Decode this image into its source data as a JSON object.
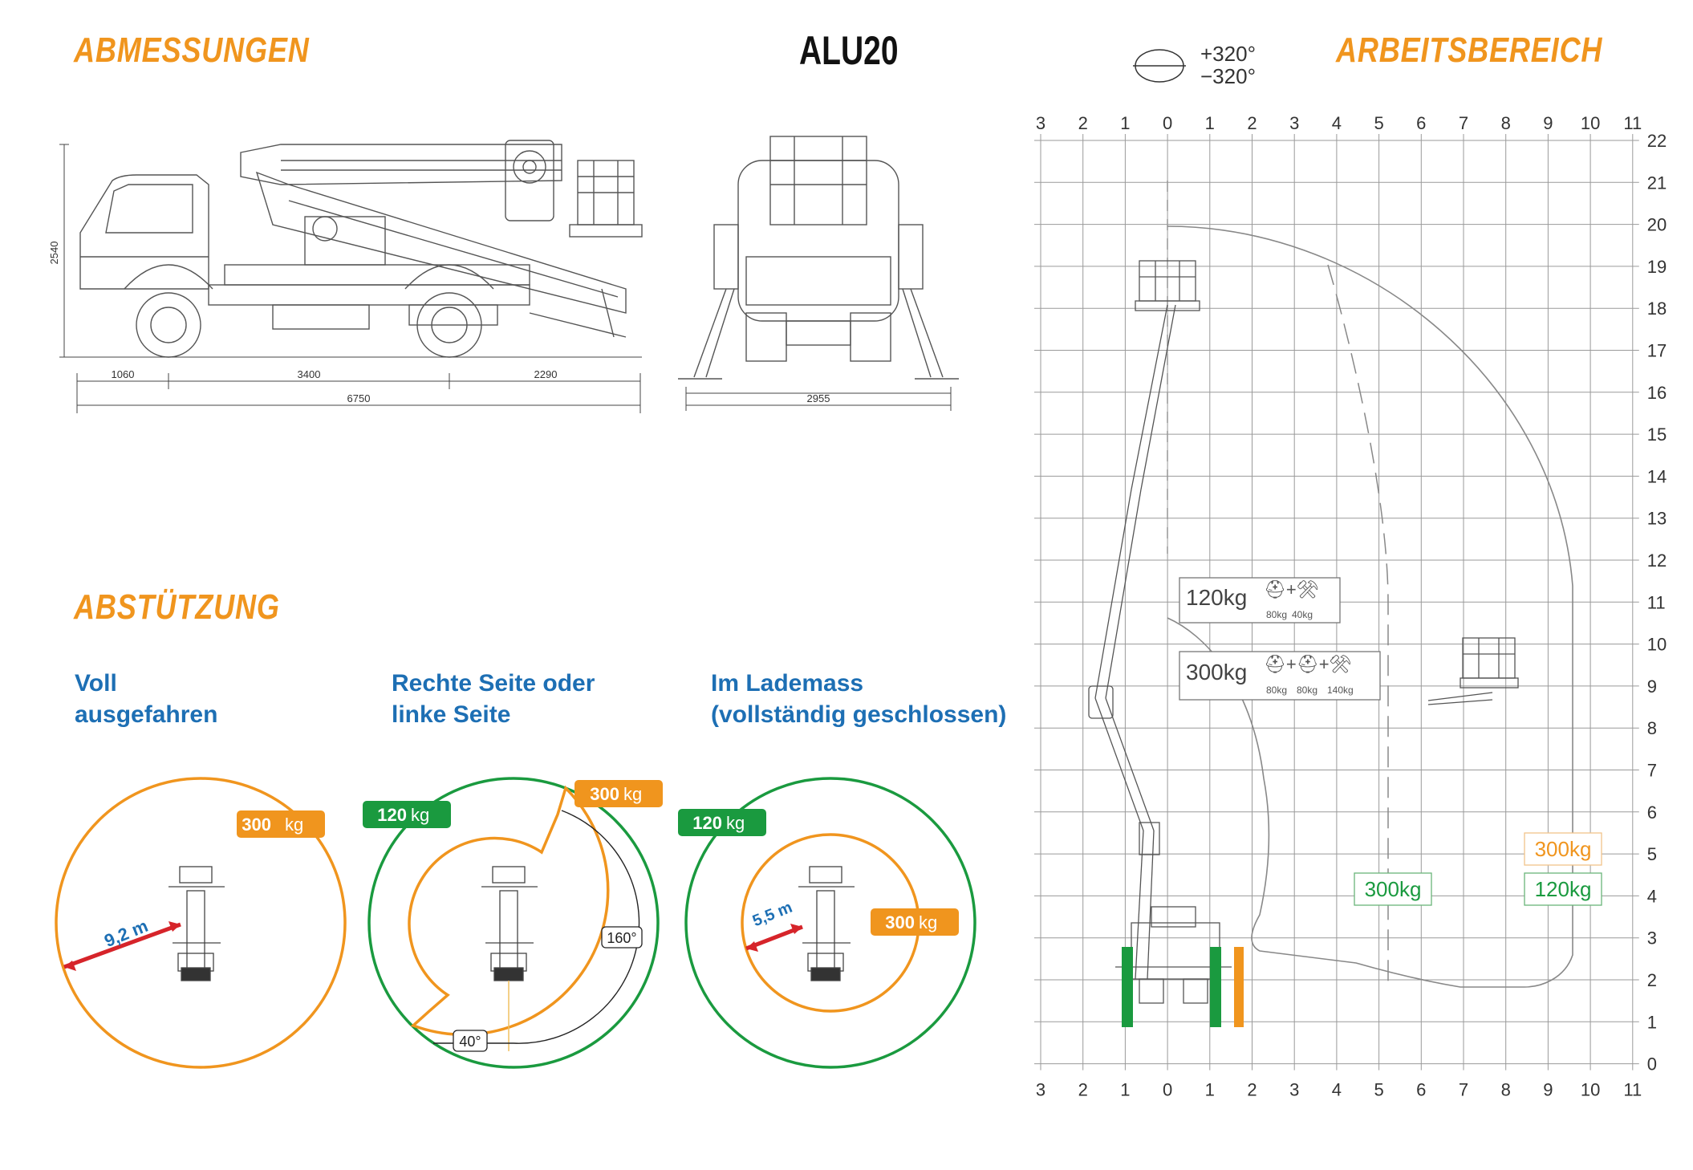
{
  "header": {
    "dimensions_title": "ABMESSUNGEN",
    "model": "ALU20",
    "working_area_title": "ARBEITSBEREICH",
    "rotation_plus": "+320°",
    "rotation_minus": "−320°"
  },
  "dimensions": {
    "height": "2540",
    "front_overhang": "1060",
    "wheelbase": "3400",
    "rear_overhang": "2290",
    "total_length": "6750",
    "support_width": "2955"
  },
  "outriggers": {
    "title": "ABSTÜTZUNG",
    "modes": [
      {
        "line1": "Voll",
        "line2": "ausgefahren"
      },
      {
        "line1": "Rechte Seite oder",
        "line2": "linke Seite"
      },
      {
        "line1": "Im Lademass",
        "line2": "(vollständig geschlossen)"
      }
    ],
    "full_load": {
      "value": "300",
      "unit": "kg",
      "reach": "9,2 m"
    },
    "side": {
      "load_small": "120",
      "load_large": "300",
      "unit": "kg",
      "angle_large": "160°",
      "angle_small": "40°"
    },
    "closed": {
      "load_small": "120",
      "load_large": "300",
      "unit": "kg",
      "reach": "5,5 m"
    }
  },
  "working_area": {
    "x_ticks": [
      "3",
      "2",
      "1",
      "0",
      "1",
      "2",
      "3",
      "4",
      "5",
      "6",
      "7",
      "8",
      "9",
      "10",
      "11"
    ],
    "y_ticks": [
      "0",
      "1",
      "2",
      "3",
      "4",
      "5",
      "6",
      "7",
      "8",
      "9",
      "10",
      "11",
      "12",
      "13",
      "14",
      "15",
      "16",
      "17",
      "18",
      "19",
      "20",
      "21",
      "22"
    ],
    "load_box_1": {
      "value": "120kg",
      "sub1": "80kg",
      "sub2": "40kg"
    },
    "load_box_2": {
      "value": "300kg",
      "sub1": "80kg",
      "sub2": "80kg",
      "sub3": "140kg"
    },
    "label_inner": "300kg",
    "label_outer_orange": "300kg",
    "label_outer_green": "120kg"
  },
  "colors": {
    "orange": "#f0951e",
    "green": "#1a9a3f",
    "blue": "#1d6fb4",
    "red": "#d6242a"
  }
}
